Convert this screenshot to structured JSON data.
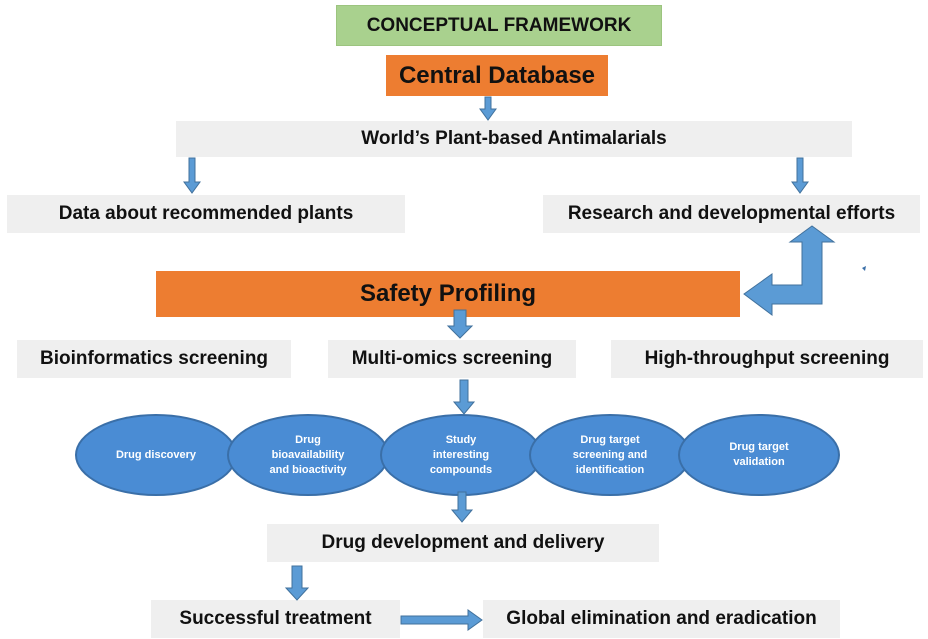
{
  "title": "CONCEPTUAL FRAMEWORK",
  "central_database": "Central Database",
  "plant_antimalarials": "World’s Plant-based Antimalarials",
  "recommended_plants": "Data about recommended plants",
  "research_efforts": "Research and developmental efforts",
  "safety_profiling": "Safety Profiling",
  "screenings": {
    "bioinformatics": "Bioinformatics screening",
    "multi_omics": "Multi-omics screening",
    "high_throughput": "High-throughput screening"
  },
  "stages": [
    "Drug discovery",
    "Drug\nbioavailability\nand bioactivity",
    "Study\ninteresting\ncompounds",
    "Drug target\nscreening and\nidentification",
    "Drug target\nvalidation"
  ],
  "drug_development": "Drug development and delivery",
  "successful_treatment": "Successful treatment",
  "global_elimination": "Global elimination and eradication",
  "colors": {
    "title_fill": "#a9d18e",
    "orange_fill": "#ed7d31",
    "gray_fill": "#efefef",
    "arrow_fill": "#5b9bd5",
    "ellipse_fill": "#4a8cd4"
  }
}
